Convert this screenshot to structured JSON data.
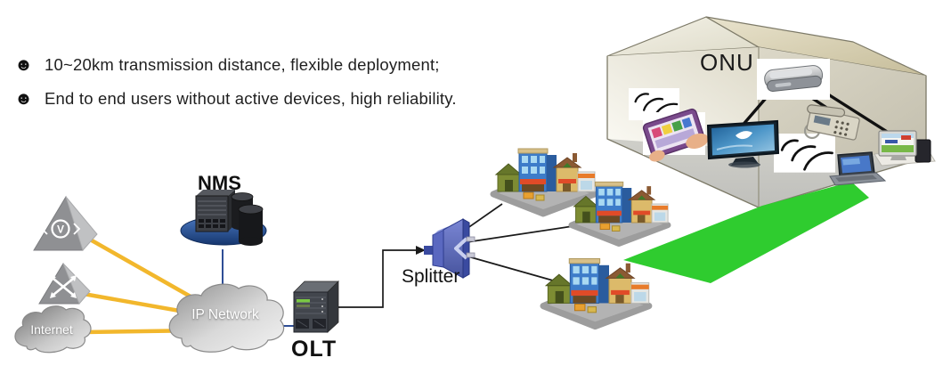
{
  "features": {
    "bullet_icon": "☻",
    "items": [
      {
        "text": "10~20km transmission distance, flexible deployment;"
      },
      {
        "text": "End to end users without active devices, high reliability."
      }
    ]
  },
  "diagram": {
    "nms_label": "NMS",
    "ip_network_label": "IP Network",
    "internet_label": "Internet",
    "olt_label": "OLT",
    "splitter_label": "Splitter",
    "onu_label": "ONU"
  },
  "colors": {
    "fiber_yellow": "#F2B72C",
    "beam_green": "#2FCC2F",
    "splitter_blue": "#5A68C0",
    "nms_disc_blue": "#2F5FA8",
    "link_blue": "#2F4E96",
    "line_black": "#1A1A1A"
  }
}
